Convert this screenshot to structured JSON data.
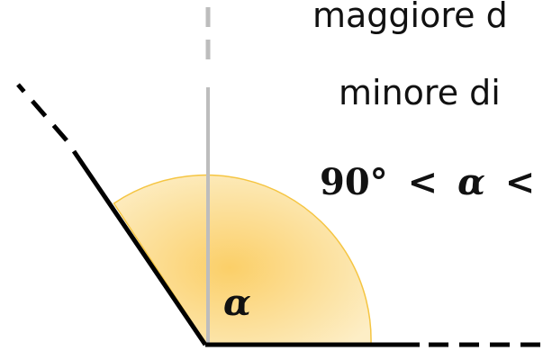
{
  "text": {
    "line1": "maggiore d",
    "line2": "minore di",
    "inequality_left": "90°",
    "inequality_lt1": "<",
    "inequality_var": "α",
    "inequality_lt2": "<",
    "angle_label": "α"
  },
  "colors": {
    "angle_fill_center": "#fbcf68",
    "angle_fill_edge": "#fdeec6",
    "angle_stroke": "#f5c542",
    "ray": "#000000",
    "vertical_line": "#bdbdbd"
  }
}
